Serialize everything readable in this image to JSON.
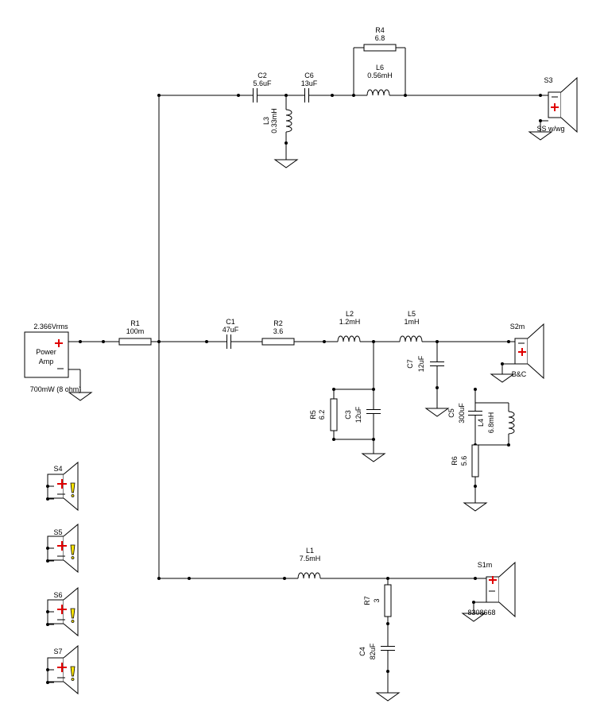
{
  "amp": {
    "label1": "Power",
    "label2": "Amp",
    "voltage": "2.366Vrms",
    "power": "700mW (8 ohm)"
  },
  "components": {
    "r1": {
      "name": "R1",
      "value": "100m"
    },
    "c2": {
      "name": "C2",
      "value": "5.6uF"
    },
    "c6": {
      "name": "C6",
      "value": "13uF"
    },
    "r4": {
      "name": "R4",
      "value": "6.8"
    },
    "l6": {
      "name": "L6",
      "value": "0.56mH"
    },
    "l3": {
      "name": "L3",
      "value": "0.33mH"
    },
    "c1": {
      "name": "C1",
      "value": "47uF"
    },
    "r2": {
      "name": "R2",
      "value": "3.6"
    },
    "l2": {
      "name": "L2",
      "value": "1.2mH"
    },
    "l5": {
      "name": "L5",
      "value": "1mH"
    },
    "c7": {
      "name": "C7",
      "value": "12uF"
    },
    "r5": {
      "name": "R5",
      "value": "6.2"
    },
    "c3": {
      "name": "C3",
      "value": "12uF"
    },
    "c5": {
      "name": "C5",
      "value": "300uF"
    },
    "l4": {
      "name": "L4",
      "value": "6.8mH"
    },
    "r6": {
      "name": "R6",
      "value": "5.6"
    },
    "l1": {
      "name": "L1",
      "value": "7.5mH"
    },
    "r7": {
      "name": "R7",
      "value": "3"
    },
    "c4": {
      "name": "C4",
      "value": "82uF"
    }
  },
  "speakers": {
    "s3": {
      "name": "S3",
      "model": "SS w/wg"
    },
    "s2m": {
      "name": "S2m",
      "model": "B&C"
    },
    "s1m": {
      "name": "S1m",
      "model": "8308668"
    },
    "s4": {
      "name": "S4"
    },
    "s5": {
      "name": "S5"
    },
    "s6": {
      "name": "S6"
    },
    "s7": {
      "name": "S7"
    }
  },
  "colors": {
    "polarity": "#e00000",
    "warning": "#ffe600",
    "line": "#000000"
  }
}
